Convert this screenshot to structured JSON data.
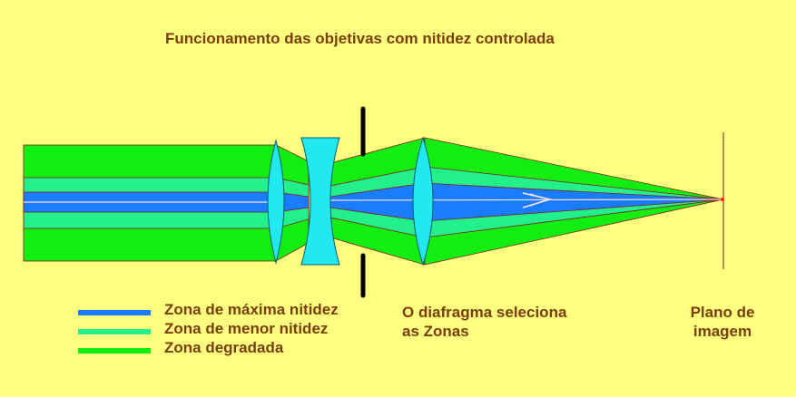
{
  "title": "Funcionamento das objetivas com nitidez controlada",
  "legend": [
    {
      "label": "Zona de máxima nitidez",
      "color": "#1a7cff"
    },
    {
      "label": "Zona de menor nitidez",
      "color": "#22f08a"
    },
    {
      "label": "Zona degradada",
      "color": "#11ee11"
    }
  ],
  "diaphragm_note": {
    "line1": "O diafragma seleciona",
    "line2": "as Zonas"
  },
  "image_plane_note": {
    "line1": "Plano de",
    "line2": "imagem"
  },
  "colors": {
    "background": "#ffff80",
    "text": "#7a3d0a",
    "lens": "#22e8f0",
    "outline": "#8b1a1a",
    "diaphragm": "#000000",
    "focus_point": "#ff2020"
  }
}
